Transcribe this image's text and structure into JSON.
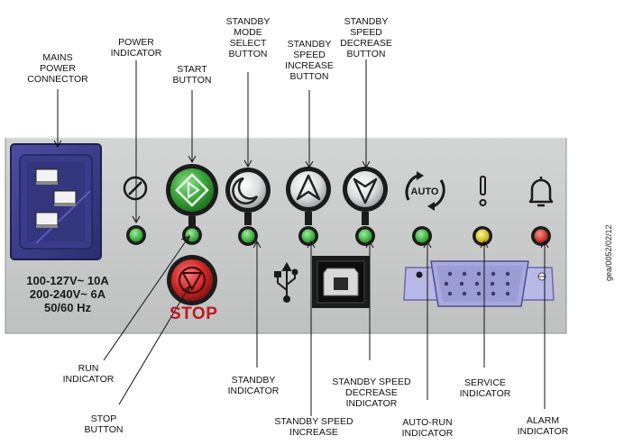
{
  "labels": {
    "mains_power_connector": "MAINS\nPOWER\nCONNECTOR",
    "power_indicator": "POWER\nINDICATOR",
    "start_button": "START\nBUTTON",
    "standby_mode_select_button": "STANDBY\nMODE\nSELECT\nBUTTON",
    "standby_speed_increase_button": "STANDBY\nSPEED\nINCREASE\nBUTTON",
    "standby_speed_decrease_button": "STANDBY\nSPEED\nDECREASE\nBUTTON",
    "run_indicator": "RUN\nINDICATOR",
    "stop_button": "STOP\nBUTTON",
    "standby_indicator": "STANDBY\nINDICATOR",
    "standby_speed_increase": "STANDBY SPEED\nINCREASE",
    "standby_speed_decrease_indicator": "STANDBY SPEED\nDECREASE\nINDICATOR",
    "auto_run_indicator": "AUTO-RUN\nINDICATOR",
    "service_indicator": "SERVICE\nINDICATOR",
    "alarm_indicator": "ALARM\nINDICATOR"
  },
  "panel": {
    "voltage_spec": "100-127V~ 10A\n200-240V~ 6A\n50/60  Hz",
    "stop_text": "STOP",
    "auto_text": "AUTO",
    "drawing_code": "gea/0052/02/12"
  },
  "colors": {
    "panel": "#c9cbcb",
    "connector": "#3d3f8d",
    "start_button": "#3aa53a",
    "stop_button": "#d42a2a",
    "led_green": "#2fb52f",
    "led_yellow": "#e5d21a",
    "led_red": "#e0352a",
    "db_port": "#b8b8e6"
  },
  "icons": [
    "power-standby-icon",
    "start-arrow-icon",
    "moon-icon",
    "up-chevron-icon",
    "down-chevron-icon",
    "auto-cycle-icon",
    "exclamation-icon",
    "bell-icon",
    "usb-icon",
    "usb-b-port",
    "db15-port",
    "stop-icon"
  ]
}
